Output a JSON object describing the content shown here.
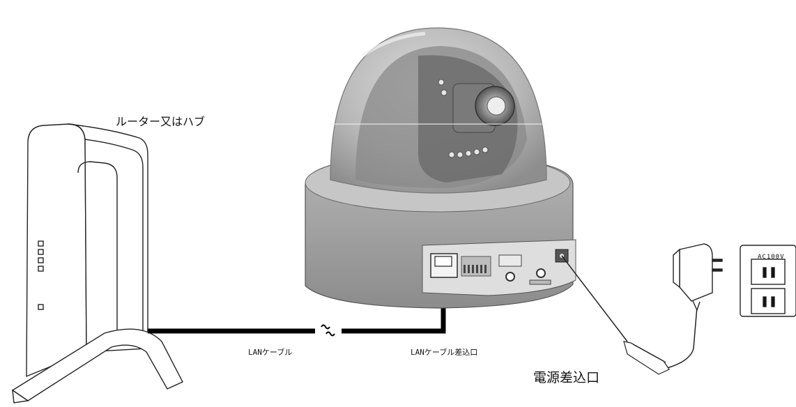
{
  "labels": {
    "router": "ルーター又はハブ",
    "lan_cable": "LANケーブル",
    "lan_port": "LANケーブル差込口",
    "power_port": "電源差込口",
    "outlet": "AC100V"
  },
  "colors": {
    "dome": "#bdbdbd",
    "base": "#a9a9a9",
    "cable": "#000000",
    "outline": "#222222"
  },
  "icons": [
    "router-icon",
    "network-camera-icon",
    "ac-adapter-icon",
    "wall-outlet-icon"
  ]
}
